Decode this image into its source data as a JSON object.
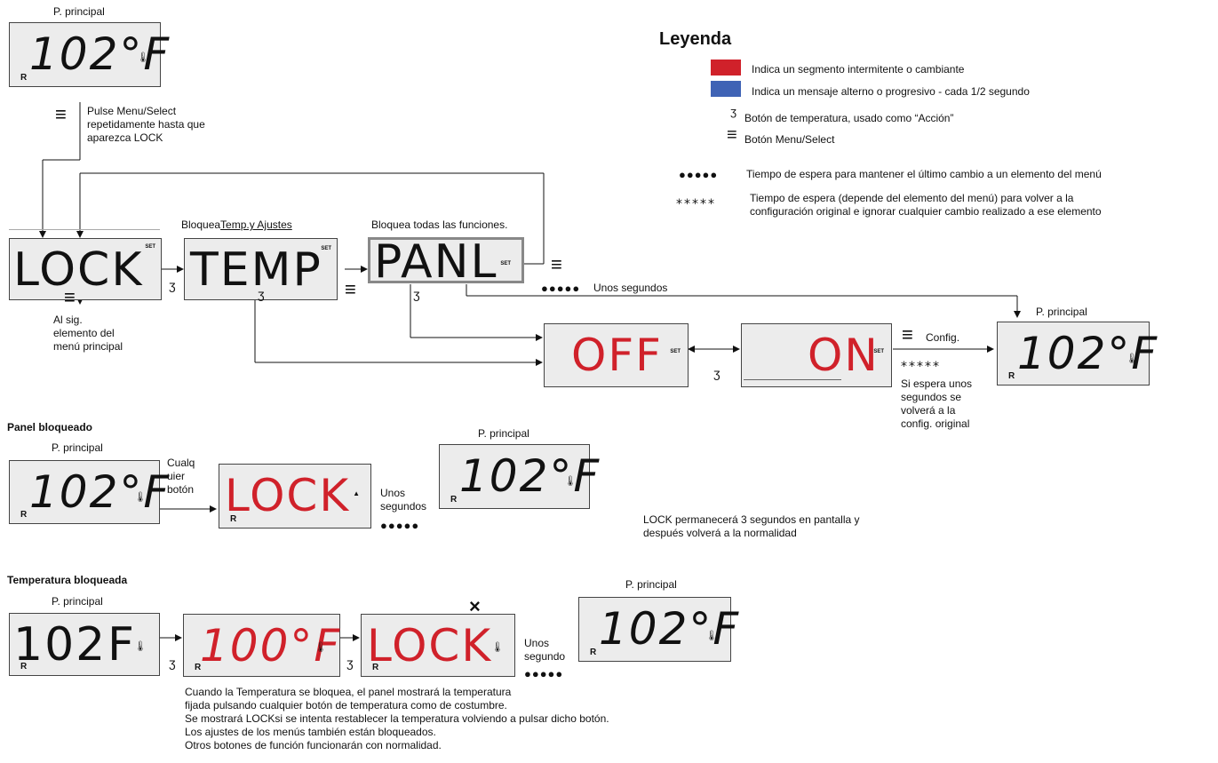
{
  "top": {
    "main_label": "P. principal",
    "display_temp": "102°F",
    "r_label": "R",
    "menu_instruction": "Pulse Menu/Select repetidamente hasta que aparezca LOCK",
    "menu_instruction_lines": [
      "Pulse Menu/Select",
      "repetidamente hasta que",
      "aparezca LOCK"
    ]
  },
  "flow": {
    "lock_text": "LOCK",
    "temp_text": "TEMP",
    "panl_text": "PANL",
    "set_label": "SET",
    "temp_caption": "Bloquea",
    "temp_caption_u": "Temp.y Ajustes",
    "panl_caption": "Bloquea todas las funciones.",
    "next_item_lines": [
      "Al sig.",
      "elemento del",
      "menú principal"
    ],
    "wait_label": "Unos segundos",
    "off_text": "OFF",
    "on_text": "ON",
    "config_label": "Config.",
    "right_main_label": "P. principal",
    "revert_lines": [
      "Si espera unos",
      "segundos se",
      "volverá a la",
      "config. original"
    ]
  },
  "legend": {
    "title": "Leyenda",
    "red_color": "#d0212a",
    "blue_color": "#3f63b5",
    "red_text": "Indica un segmento intermitente o cambiante",
    "blue_text": "Indica un mensaje alterno o progresivo - cada 1/2 segundo",
    "temp_button_text": "Botón de temperatura, usado como “Acción”",
    "menu_button_text": "Botón Menu/Select",
    "dots_text": "Tiempo de espera para mantener el último cambio a un elemento del menú",
    "stars_text_line1": "Tiempo de espera (depende del elemento del menú) para volver a la",
    "stars_text_line2": "configuración original e ignorar cualquier cambio realizado a ese elemento"
  },
  "panel_locked": {
    "title": "Panel bloqueado",
    "main_label": "P. principal",
    "any_button_lines": [
      "Cualq",
      "uier",
      "botón"
    ],
    "lock_text": "LOCK",
    "wait_lines": [
      "Unos",
      "segundos"
    ],
    "main_label_2": "P. principal",
    "note_lines": [
      "LOCK permanecerá 3 segundos en pantalla y",
      "después volverá a la normalidad"
    ]
  },
  "temp_locked": {
    "title": "Temperatura bloqueada",
    "main_label": "P. principal",
    "plain_temp": "102",
    "plain_unit": "F",
    "set_temp": "100°F",
    "lock_text": "LOCK",
    "wait_lines": [
      "Unos",
      "segundo"
    ],
    "main_label_2": "P. principal",
    "note_lines": [
      "Cuando la Temperatura se bloquea, el panel mostrará la temperatura",
      "fijada pulsando cualquier botón de temperatura como de costumbre.",
      "Se mostrará LOCKsi se intenta restablecer la temperatura volviendo a pulsar dicho botón.",
      "Los ajustes de los menús también están bloqueados.",
      "Otros botones de función funcionarán con normalidad."
    ]
  },
  "symbols": {
    "menu_icon": "≡",
    "temp_icon": "ʒ",
    "dots": "●●●●●",
    "stars": "*****",
    "therm": "🌡"
  }
}
